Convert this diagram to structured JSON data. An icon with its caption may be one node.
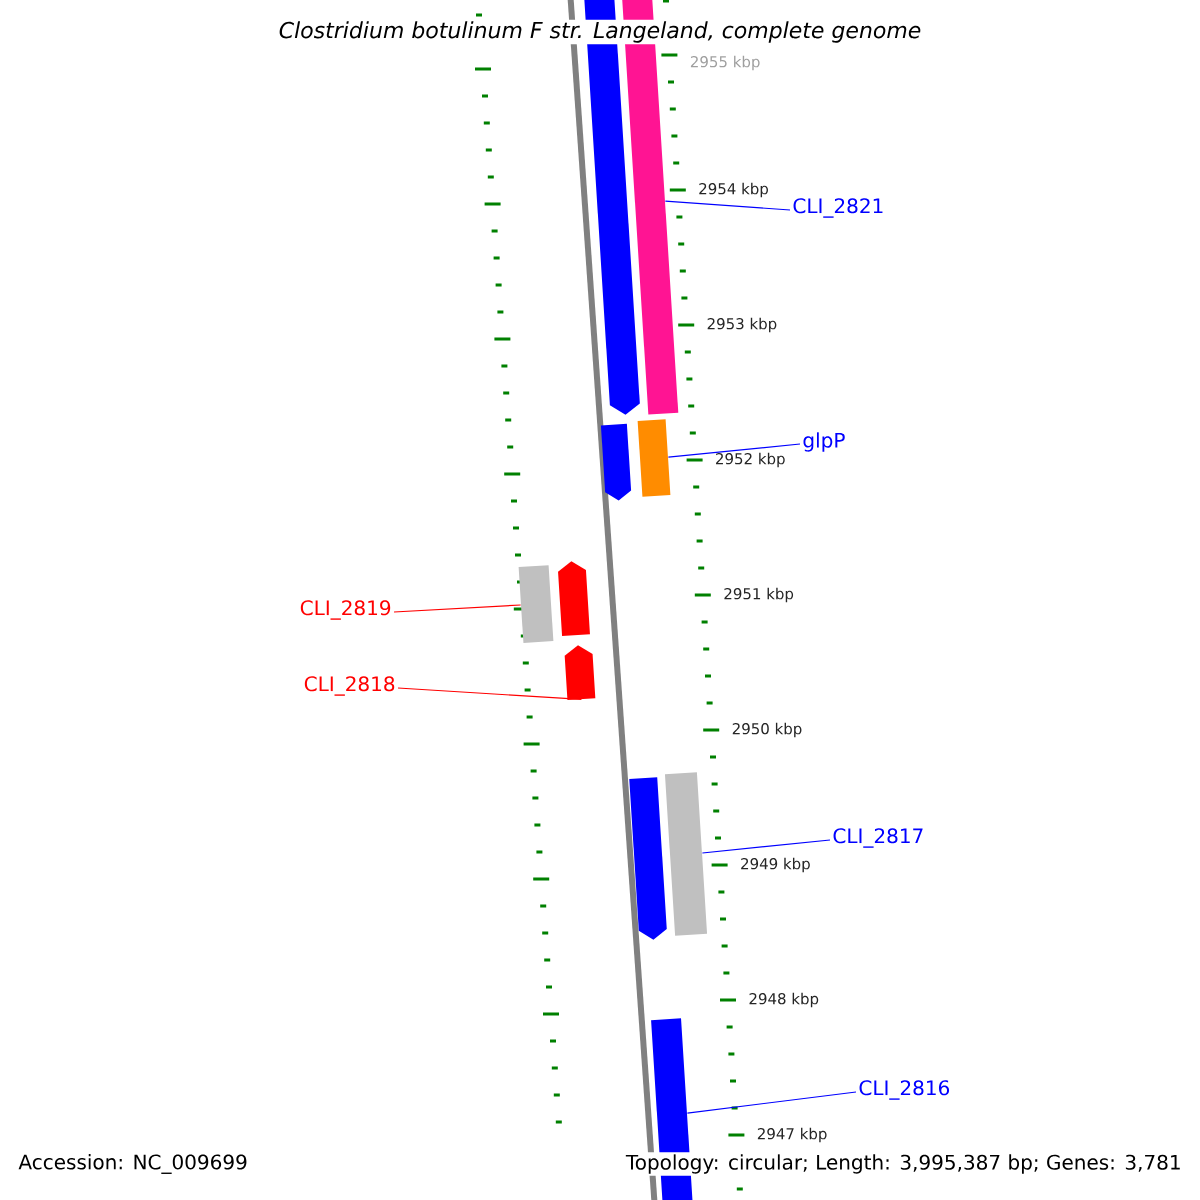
{
  "diagram": {
    "title": "Clostridium botulinum F str. Langeland, complete genome",
    "nodes": [
      {
        "text": [],
        "shape": "bar"
      },
      {
        "text": [],
        "shape": "bar"
      },
      {
        "text": [],
        "shape": "bar"
      },
      {
        "text": [],
        "shape": "bar"
      },
      {
        "text": [],
        "shape": "bar"
      },
      {
        "text": [],
        "shape": "bar"
      },
      {
        "text": [],
        "shape": "bar"
      },
      {
        "text": [],
        "shape": "bar"
      },
      {
        "text": [],
        "shape": "bar"
      },
      {
        "text": [],
        "shape": "bar"
      },
      {
        "text": [
          "CLI_2821"
        ]
      },
      {
        "text": [
          "glpP"
        ]
      },
      {
        "text": [
          "CLI_2819"
        ]
      },
      {
        "text": [
          "CLI_2818"
        ]
      },
      {
        "text": [
          "CLI_2817"
        ]
      },
      {
        "text": [
          "CLI_2816"
        ]
      }
    ],
    "edges": [
      {
        "from": 10,
        "to": 1,
        "arrow": "none"
      },
      {
        "from": 11,
        "to": 3,
        "arrow": "none"
      },
      {
        "from": 12,
        "to": 4,
        "arrow": "none",
        "color": "#ff0000"
      },
      {
        "from": 13,
        "to": 6,
        "arrow": "none",
        "color": "#ff0000"
      },
      {
        "from": 14,
        "to": 8,
        "arrow": "none"
      },
      {
        "from": 15,
        "to": 9,
        "arrow": "none"
      }
    ],
    "labels": [
      "2955 kbp",
      "2954 kbp",
      "2953 kbp",
      "2952 kbp",
      "2951 kbp",
      "2950 kbp",
      "2949 kbp",
      "2948 kbp",
      "2947 kbp",
      "Accession: NC_009699",
      "Topology: circular; Length: 3,995,387 bp; Genes: 3,781"
    ]
  }
}
